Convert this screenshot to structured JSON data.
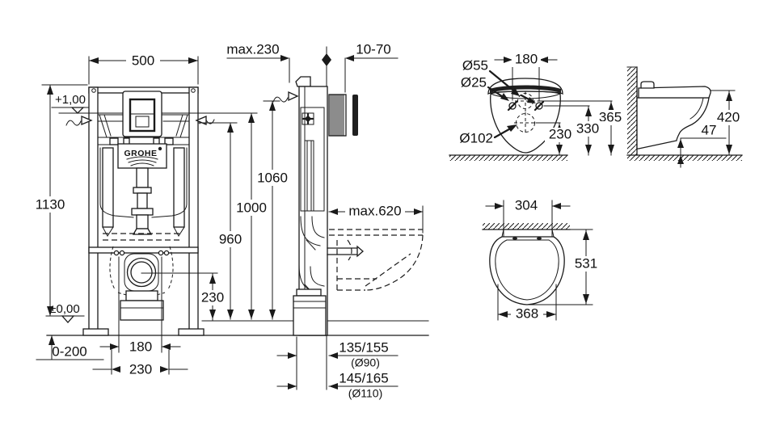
{
  "diagram": {
    "brand": "GROHE",
    "colors": {
      "line": "#1a1a1a",
      "background": "#ffffff"
    },
    "frame_front": {
      "width": "500",
      "height": "1130",
      "level_plate": "+1,00",
      "level_floor": "±0,00",
      "foot_adjust": "0-200",
      "rod_spacing": "180",
      "base_width": "230",
      "outlet_height": "230",
      "h_960": "960",
      "h_1000": "1000",
      "h_1060": "1060"
    },
    "frame_side": {
      "install_depth": "max.230",
      "plate_depth": "10-70",
      "side_reach": "max.620",
      "drain_offset_90": "135/155",
      "drain_dia_90": "(Ø90)",
      "drain_offset_110": "145/165",
      "drain_dia_110": "(Ø110)"
    },
    "bowl_back": {
      "hole_spacing": "180",
      "flush_dia": "Ø55",
      "hole_dia": "Ø25",
      "outlet_dia": "Ø102",
      "outlet_height": "230",
      "hole_height": "330",
      "flush_height": "365"
    },
    "bowl_side": {
      "rim_height": "420",
      "clearance": "47"
    },
    "bowl_top": {
      "wall_width": "304",
      "length": "531",
      "width": "368"
    }
  }
}
